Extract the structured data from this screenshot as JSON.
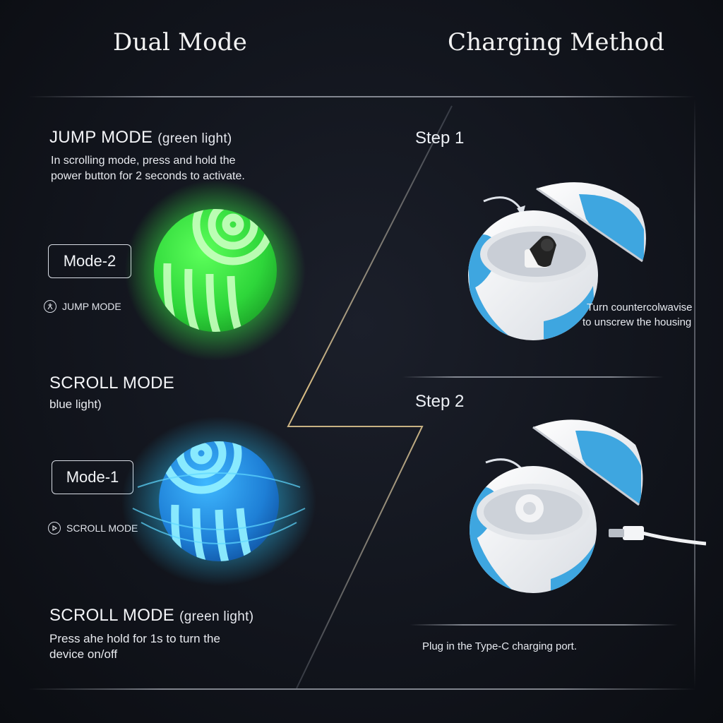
{
  "headings": {
    "left": "Dual Mode",
    "right": "Charging Method"
  },
  "left": {
    "jump": {
      "title": "JUMP MODE",
      "title_sub": "(green light)",
      "desc_line1": "In scrolling mode, press and hold the",
      "desc_line2": "power button for 2 seconds to activate.",
      "box_label": "Mode-2",
      "icon_label": "JUMP MODE",
      "icon": "figure-icon"
    },
    "scroll": {
      "title": "SCROLL MODE",
      "desc": "blue light)",
      "box_label": "Mode-1",
      "icon_label": "SCROLL MODE",
      "icon": "play-icon"
    },
    "scroll_green": {
      "title": "SCROLL MODE",
      "title_sub": "(green light)",
      "desc_line1": "Press ahe hold for 1s to turn the",
      "desc_line2": "device on/off"
    }
  },
  "right": {
    "step1": {
      "label": "Step 1",
      "caption_line1": "Turn countercolwavise",
      "caption_line2": "to unscrew the housing"
    },
    "step2": {
      "label": "Step 2",
      "caption": "Plug in the Type-C charging port."
    }
  },
  "colors": {
    "background": "#12151d",
    "green_glow": "#3dff4a",
    "blue_glow": "#2ec8ff",
    "shell_blue": "#3ea6e0",
    "divider_gold": "#d4b06a"
  }
}
